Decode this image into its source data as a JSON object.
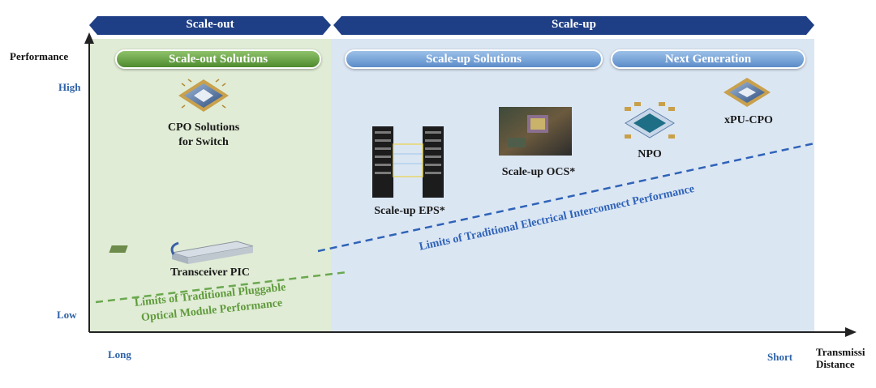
{
  "banners": {
    "scale_out": "Scale-out",
    "scale_up": "Scale-up"
  },
  "solutions": {
    "scale_out": "Scale-out Solutions",
    "scale_up": "Scale-up Solutions",
    "next_gen": "Next Generation"
  },
  "y_axis": {
    "title": "Performance",
    "high": "High",
    "low": "Low"
  },
  "x_axis": {
    "long": "Long",
    "short": "Short",
    "title_line1": "Transmissi",
    "title_line2": "Distance"
  },
  "nodes": {
    "cpo_switch_line1": "CPO Solutions",
    "cpo_switch_line2": "for Switch",
    "transceiver": "Transceiver PIC",
    "eps": "Scale-up EPS*",
    "ocs": "Scale-up OCS*",
    "npo": "NPO",
    "xpu_cpo": "xPU-CPO"
  },
  "limits": {
    "pluggable_line1": "Limits of Traditional Pluggable",
    "pluggable_line2": "Optical Module Performance",
    "electrical": "Limits of Traditional Electrical Interconnect Performance"
  },
  "colors": {
    "banner": "#1e3f86",
    "scale_out_bg": "#e0ecd5",
    "scale_up_bg": "#dbe6f3",
    "green_pill": "#5f9a3c",
    "blue_pill": "#6f9cd2",
    "green_line": "#6aa84f",
    "blue_line": "#2f63b8",
    "tick_blue": "#2e62a8"
  }
}
